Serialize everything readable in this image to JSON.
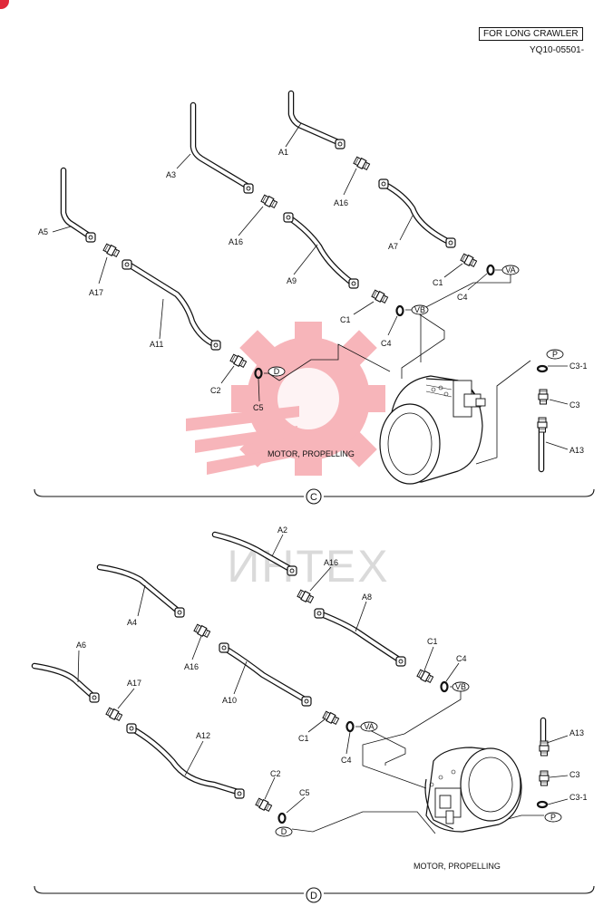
{
  "header": {
    "title": "FOR LONG CRAWLER",
    "code": "YQ10-05501-"
  },
  "watermark": {
    "text": "ИНТЕХ",
    "color": "#f05a64"
  },
  "colors": {
    "line": "#111111",
    "corner_badge": "#e0283a"
  },
  "section_c": {
    "symbol": "C",
    "motor_label": "MOTOR, PROPELLING",
    "labels": {
      "a1": "A1",
      "a3": "A3",
      "a5": "A5",
      "a7": "A7",
      "a9": "A9",
      "a11": "A11",
      "a13": "A13",
      "a16_top": "A16",
      "a16_mid": "A16",
      "a17": "A17",
      "c1_top": "C1",
      "c1_mid": "C1",
      "c2": "C2",
      "c3": "C3",
      "c3_1": "C3-1",
      "c4_top": "C4",
      "c4_mid": "C4",
      "c5": "C5"
    },
    "ports": {
      "va": "VA",
      "vb": "VB",
      "d": "D",
      "p": "P"
    }
  },
  "section_d": {
    "symbol": "D",
    "motor_label": "MOTOR, PROPELLING",
    "labels": {
      "a2": "A2",
      "a4": "A4",
      "a6": "A6",
      "a8": "A8",
      "a10": "A10",
      "a12": "A12",
      "a13": "A13",
      "a16_top": "A16",
      "a16_mid": "A16",
      "a17": "A17",
      "c1_top": "C1",
      "c1_mid": "C1",
      "c2": "C2",
      "c3": "C3",
      "c3_1": "C3-1",
      "c4_top": "C4",
      "c4_mid": "C4",
      "c5": "C5"
    },
    "ports": {
      "vb": "VB",
      "va": "VA",
      "d": "D",
      "p": "P"
    }
  }
}
